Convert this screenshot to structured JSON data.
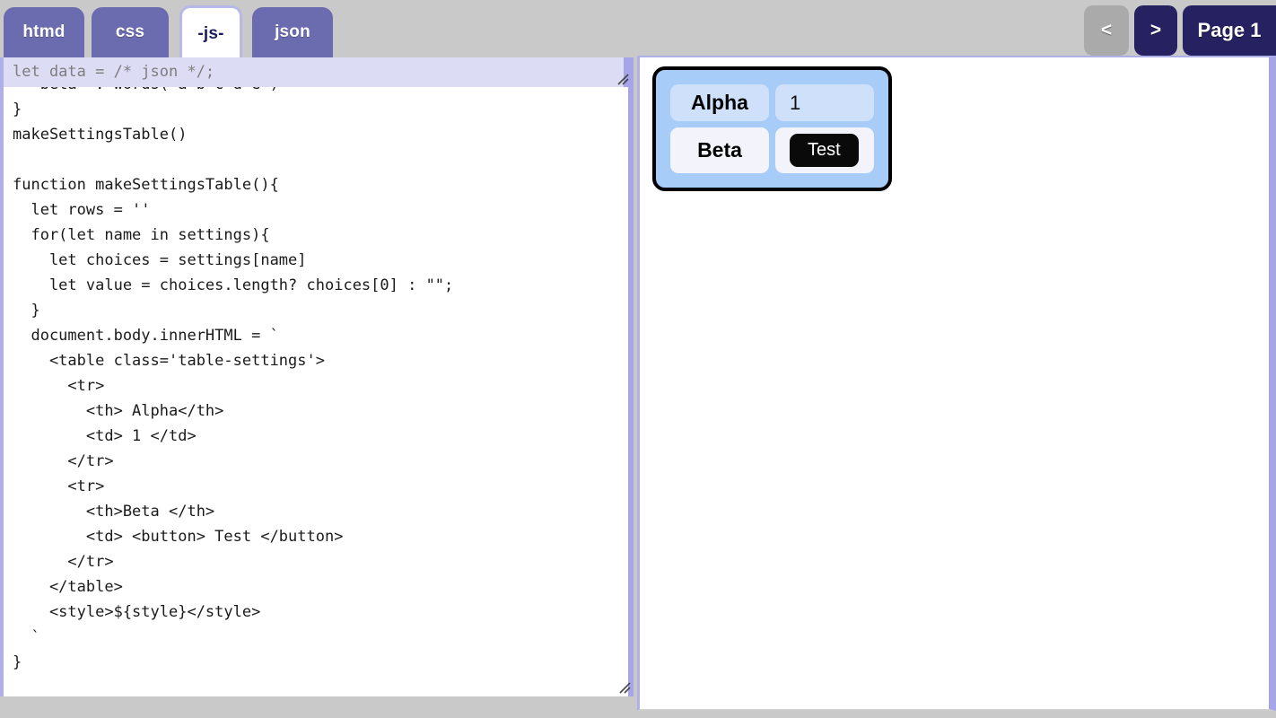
{
  "tabs": [
    {
      "label": "htmd",
      "active": false
    },
    {
      "label": "css",
      "active": false
    },
    {
      "label": "-js-",
      "active": true
    },
    {
      "label": "json",
      "active": false
    }
  ],
  "pager": {
    "prev_label": "<",
    "next_label": ">",
    "page_label": "Page 1",
    "prev_disabled": true,
    "accent_color": "#262261",
    "disabled_color": "#aaaaaa"
  },
  "data_field": {
    "value": "let data = /* json */;",
    "placeholder": "let data = /* json */;",
    "text_color": "#7d7d7d",
    "background": "#dcdcf5"
  },
  "editor": {
    "language": "-js-",
    "code": "  'beta' : words('a b c d e')\n}\nmakeSettingsTable()\n\nfunction makeSettingsTable(){\n  let rows = ''\n  for(let name in settings){\n    let choices = settings[name]\n    let value = choices.length? choices[0] : \"\";\n  }\n  document.body.innerHTML = `\n    <table class='table-settings'>\n      <tr>\n        <th> Alpha</th>\n        <td> 1 </td>\n      </tr>\n      <tr>\n        <th>Beta </th>\n        <td> <button> Test </button>\n      </tr>\n    </table>\n    <style>${style}</style>\n  `\n}"
  },
  "preview": {
    "table": {
      "class_name": "table-settings",
      "rows": [
        {
          "header": "Alpha",
          "value": "1",
          "type": "text"
        },
        {
          "header": "Beta",
          "value": "Test",
          "type": "button"
        }
      ]
    },
    "colors": {
      "table_background": "#a8ccf8",
      "row1_cell": "#cfe0fb",
      "row2_cell": "#f3f3fb",
      "button_background": "#0a0a0a",
      "button_text": "#ffffff",
      "border": "#000000"
    }
  },
  "theme": {
    "page_background": "#c9c9c9",
    "tab_inactive": "#6b6bb0",
    "tab_active": "#ffffff",
    "panel_border": "#a5a5e8"
  }
}
